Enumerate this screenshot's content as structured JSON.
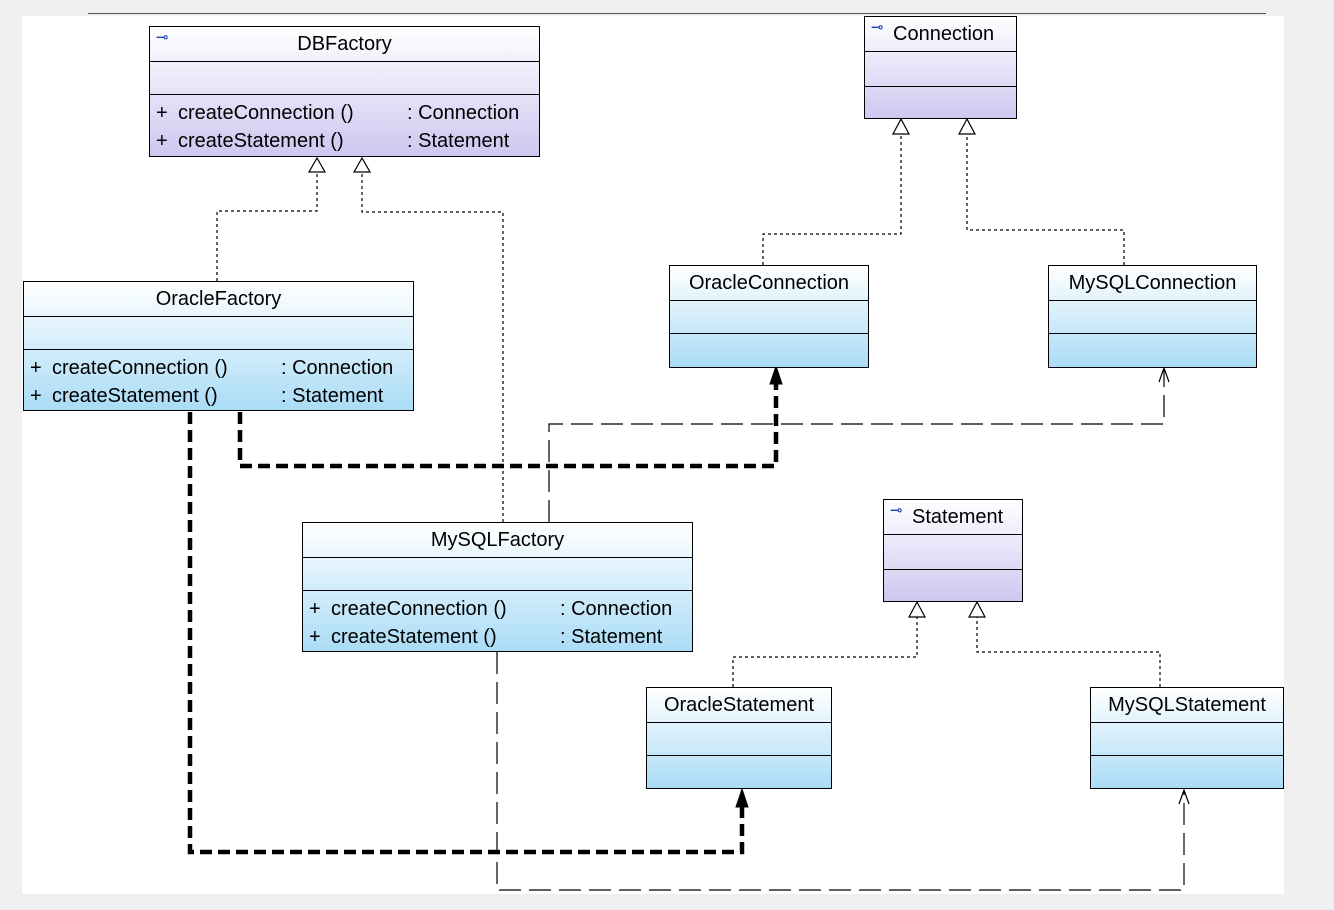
{
  "classes": {
    "dbfactory": {
      "name": "DBFactory",
      "operations": [
        {
          "vis": "+",
          "sig": "createConnection ()",
          "ret": ": Connection"
        },
        {
          "vis": "+",
          "sig": "createStatement ()",
          "ret": ": Statement"
        }
      ]
    },
    "oraclefactory": {
      "name": "OracleFactory",
      "operations": [
        {
          "vis": "+",
          "sig": "createConnection ()",
          "ret": ": Connection"
        },
        {
          "vis": "+",
          "sig": "createStatement ()",
          "ret": ": Statement"
        }
      ]
    },
    "mysqlfactory": {
      "name": "MySQLFactory",
      "operations": [
        {
          "vis": "+",
          "sig": "createConnection ()",
          "ret": ": Connection"
        },
        {
          "vis": "+",
          "sig": "createStatement ()",
          "ret": ": Statement"
        }
      ]
    },
    "connection": {
      "name": "Connection"
    },
    "oracleconnection": {
      "name": "OracleConnection"
    },
    "mysqlconnection": {
      "name": "MySQLConnection"
    },
    "statement": {
      "name": "Statement"
    },
    "oraclestatement": {
      "name": "OracleStatement"
    },
    "mysqlstatement": {
      "name": "MySQLStatement"
    }
  },
  "colors": {
    "interface_fill": "#cdc8f0",
    "class_fill": "#aadcf6",
    "interface_marker": "#1a3fb0"
  },
  "icons": {
    "interface_marker": "interface-lollipop-icon"
  }
}
